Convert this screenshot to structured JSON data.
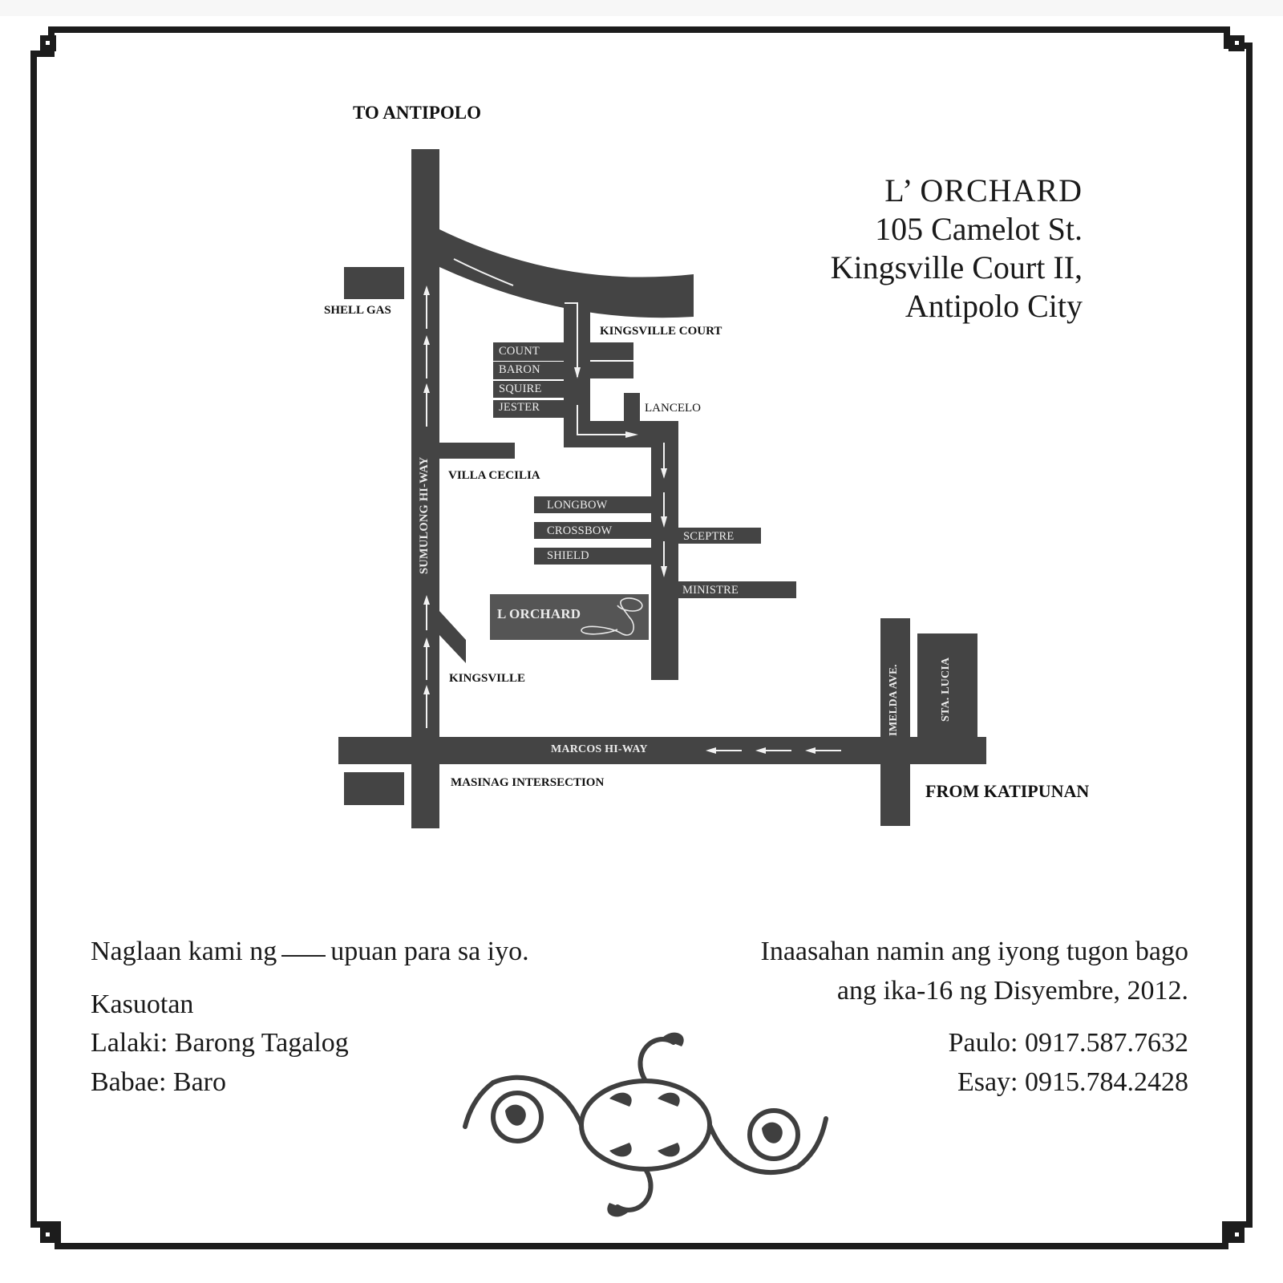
{
  "map": {
    "destination_label": "TO ANTIPOLO",
    "origin_label": "FROM KATIPUNAN",
    "landmarks": {
      "shell_gas": "SHELL GAS",
      "kingsville_court": "KINGSVILLE COURT",
      "lancelo": "LANCELO",
      "villa_cecilia": "VILLA CECILIA",
      "kingsville": "KINGSVILLE",
      "masinag": "MASINAG INTERSECTION"
    },
    "roads": {
      "sumulong": "SUMULONG HI-WAY",
      "marcos": "MARCOS HI-WAY",
      "imelda": "IMELDA AVE.",
      "sta_lucia": "STA. LUCIA",
      "count": "COUNT",
      "baron": "BARON",
      "squire": "SQUIRE",
      "jester": "JESTER",
      "longbow": "LONGBOW",
      "crossbow": "CROSSBOW",
      "shield": "SHIELD",
      "sceptre": "SCEPTRE",
      "ministre": "MINISTRE"
    },
    "venue_marker": {
      "label": "L ORCHARD",
      "monogram": "L"
    },
    "colors": {
      "road": "#444444",
      "venue_box": "#555555",
      "arrow": "#f2f2f2"
    }
  },
  "address": {
    "venue": "L’ ORCHARD",
    "line1": "105 Camelot St.",
    "line2": "Kingsville Court II,",
    "line3": "Antipolo City"
  },
  "seating": {
    "before": "Naglaan kami ng",
    "after": "upuan para sa iyo."
  },
  "attire": {
    "heading": "Kasuotan",
    "men": "Lalaki: Barong Tagalog",
    "women": "Babae: Baro"
  },
  "rsvp": {
    "line1": "Inaasahan namin ang iyong tugon bago",
    "line2": "ang ika-16 ng Disyembre, 2012.",
    "contacts": [
      {
        "label": "Paulo: 0917.587.7632"
      },
      {
        "label": "Esay: 0915.784.2428"
      }
    ]
  }
}
